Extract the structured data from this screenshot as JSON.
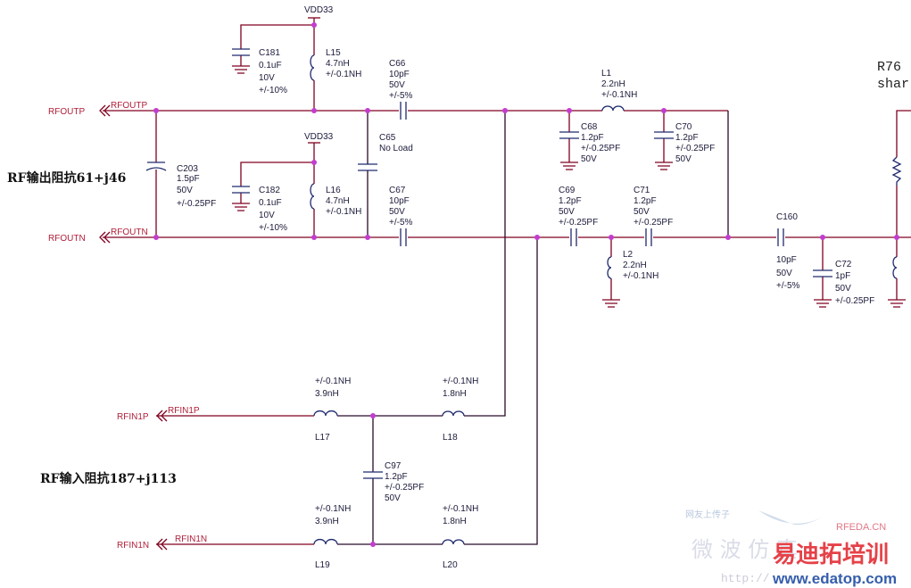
{
  "power": {
    "vdd_top": "VDD33",
    "vdd_mid": "VDD33"
  },
  "nets": {
    "rfoutp_port": "RFOUTP",
    "rfoutp_wire": "RFOUTP",
    "rfoutn_port": "RFOUTN",
    "rfoutn_wire": "RFOUTN",
    "rfin1p_port": "RFIN1P",
    "rfin1p_wire": "RFIN1P",
    "rfin1n_port": "RFIN1N",
    "rfin1n_wire": "RFIN1N"
  },
  "notes": {
    "output_impedance": "RF输出阻抗61+j46",
    "input_impedance": "RF输入阻抗187+j113",
    "r76_line1": "R76",
    "r76_line2": "shar"
  },
  "components": {
    "C181": [
      "C181",
      "0.1uF",
      "10V",
      "+/-10%"
    ],
    "L15": [
      "L15",
      "4.7nH",
      "+/-0.1NH"
    ],
    "C66": [
      "C66",
      "10pF",
      "50V",
      "+/-5%"
    ],
    "C203": [
      "C203",
      "1.5pF",
      "50V",
      "+/-0.25PF"
    ],
    "C182": [
      "C182",
      "0.1uF",
      "10V",
      "+/-10%"
    ],
    "L16": [
      "L16",
      "4.7nH",
      "+/-0.1NH"
    ],
    "C65": [
      "C65",
      "No Load"
    ],
    "C67": [
      "C67",
      "10pF",
      "50V",
      "+/-5%"
    ],
    "L1": [
      "L1",
      "2.2nH",
      "+/-0.1NH"
    ],
    "C68": [
      "C68",
      "1.2pF",
      "+/-0.25PF",
      "50V"
    ],
    "C70": [
      "C70",
      "1.2pF",
      "+/-0.25PF",
      "50V"
    ],
    "C69": [
      "C69",
      "1.2pF",
      "50V",
      "+/-0.25PF"
    ],
    "C71": [
      "C71",
      "1.2pF",
      "50V",
      "+/-0.25PF"
    ],
    "L2": [
      "L2",
      "2.2nH",
      "+/-0.1NH"
    ],
    "C160": [
      "C160",
      "10pF",
      "50V",
      "+/-5%"
    ],
    "C72": [
      "C72",
      "1pF",
      "50V",
      "+/-0.25PF"
    ],
    "L17": [
      "+/-0.1NH",
      "3.9nH",
      "L17"
    ],
    "L18": [
      "+/-0.1NH",
      "1.8nH",
      "L18"
    ],
    "C97": [
      "C97",
      "1.2pF",
      "+/-0.25PF",
      "50V"
    ],
    "L19": [
      "+/-0.1NH",
      "3.9nH",
      "L19"
    ],
    "L20": [
      "+/-0.1NH",
      "1.8nH",
      "L20"
    ]
  },
  "watermark": {
    "top": "网友上传子",
    "site": "RFEDA.CN",
    "cn": "微 波 仿 真",
    "brand": "易迪拓培训",
    "http": "http://",
    "url": "www.edatop.com"
  },
  "colors": {
    "wire": "#800020",
    "component": "#1f2a6e",
    "junction": "#c23ccf",
    "net_label": "#b0203a"
  }
}
